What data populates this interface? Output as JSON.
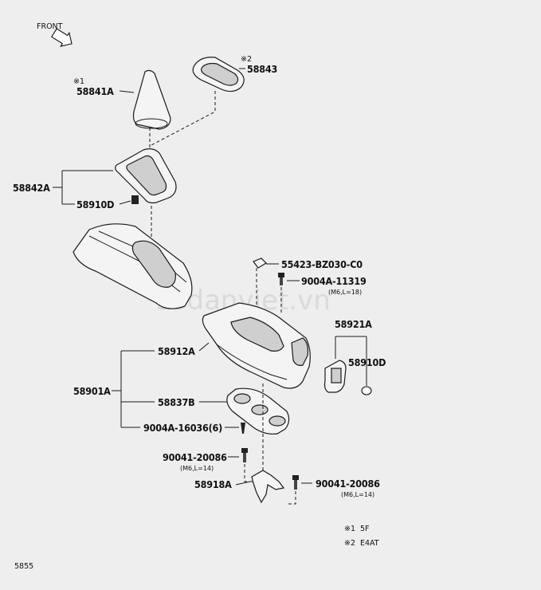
{
  "front_label": "FRONT",
  "footer_code": "5855",
  "watermark": "sodanviet.vn",
  "notes": [
    {
      "mark": "※1",
      "text": "5F"
    },
    {
      "mark": "※2",
      "text": "E4AT"
    }
  ],
  "parts": {
    "p58843": {
      "mark": "※2",
      "num": "58843"
    },
    "p58841A": {
      "mark": "※1",
      "num": "58841A"
    },
    "p58842A": {
      "num": "58842A"
    },
    "p58910D_top": {
      "num": "58910D"
    },
    "p55423": {
      "num": "55423-BZ030-C0"
    },
    "p90044_11319": {
      "num": "9004A-11319",
      "spec": "(M6,L=18)"
    },
    "p58921A": {
      "num": "58921A"
    },
    "p58910D_right": {
      "num": "58910D"
    },
    "p58912A": {
      "num": "58912A"
    },
    "p58901A": {
      "num": "58901A"
    },
    "p58837B": {
      "num": "58837B"
    },
    "p90044_16036": {
      "num": "9004A-16036(6)"
    },
    "p90041_left": {
      "num": "90041-20086",
      "spec": "(M6,L=14)"
    },
    "p58918A": {
      "num": "58918A"
    },
    "p90041_right": {
      "num": "90041-20086",
      "spec": "(M6,L=14)"
    }
  }
}
